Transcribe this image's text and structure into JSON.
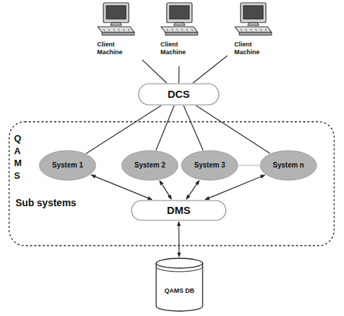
{
  "diagram": {
    "nodes": [
      {
        "text": [
          "Client Machine"
        ]
      },
      {
        "text": [
          "Client Machine"
        ]
      },
      {
        "text": [
          "Client Machine"
        ]
      },
      {
        "text": [
          "DCS"
        ]
      },
      {
        "text": [
          "QAMS",
          "Sub systems"
        ]
      },
      {
        "text": [
          "System 1"
        ],
        "in": 4
      },
      {
        "text": [
          "System 2"
        ],
        "in": 4
      },
      {
        "text": [
          "System 3"
        ],
        "in": 4
      },
      {
        "text": [
          "System n"
        ],
        "in": 4
      },
      {
        "text": [
          "DMS"
        ],
        "in": 4
      },
      {
        "text": [
          "QAMS DB"
        ]
      }
    ],
    "edges": [
      {
        "from": 0,
        "to": 3,
        "arrow": "none"
      },
      {
        "from": 1,
        "to": 3,
        "arrow": "none"
      },
      {
        "from": 2,
        "to": 3,
        "arrow": "none"
      },
      {
        "from": 3,
        "to": 5,
        "arrow": "none"
      },
      {
        "from": 3,
        "to": 6,
        "arrow": "none"
      },
      {
        "from": 3,
        "to": 7,
        "arrow": "none"
      },
      {
        "from": 3,
        "to": 8,
        "arrow": "none"
      },
      {
        "from": 7,
        "to": 8,
        "arrow": "none"
      },
      {
        "from": 5,
        "to": 9,
        "arrow": "both"
      },
      {
        "from": 6,
        "to": 9,
        "arrow": "both"
      },
      {
        "from": 7,
        "to": 9,
        "arrow": "both"
      },
      {
        "from": 8,
        "to": 9,
        "arrow": "both"
      },
      {
        "from": 9,
        "to": 10,
        "arrow": "both"
      }
    ]
  }
}
